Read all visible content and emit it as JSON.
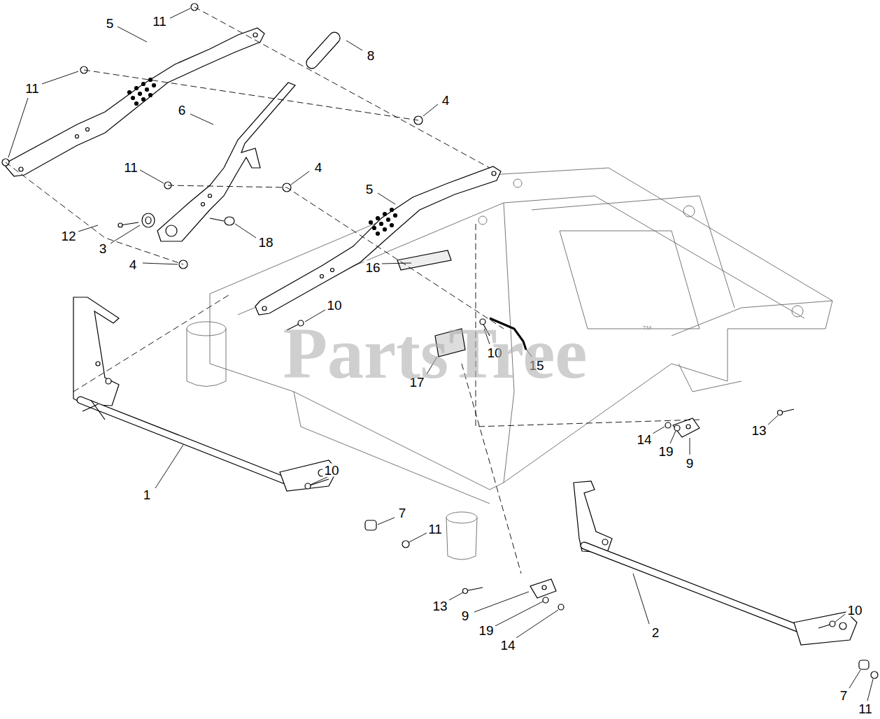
{
  "diagram": {
    "labels": [
      "11",
      "5",
      "8",
      "11",
      "6",
      "4",
      "11",
      "4",
      "5",
      "12",
      "3",
      "18",
      "4",
      "16",
      "10",
      "10",
      "15",
      "17",
      "13",
      "14",
      "19",
      "9",
      "10",
      "1",
      "7",
      "11",
      "13",
      "9",
      "19",
      "14",
      "10",
      "2",
      "7",
      "11",
      "PartsTree",
      "™"
    ]
  }
}
